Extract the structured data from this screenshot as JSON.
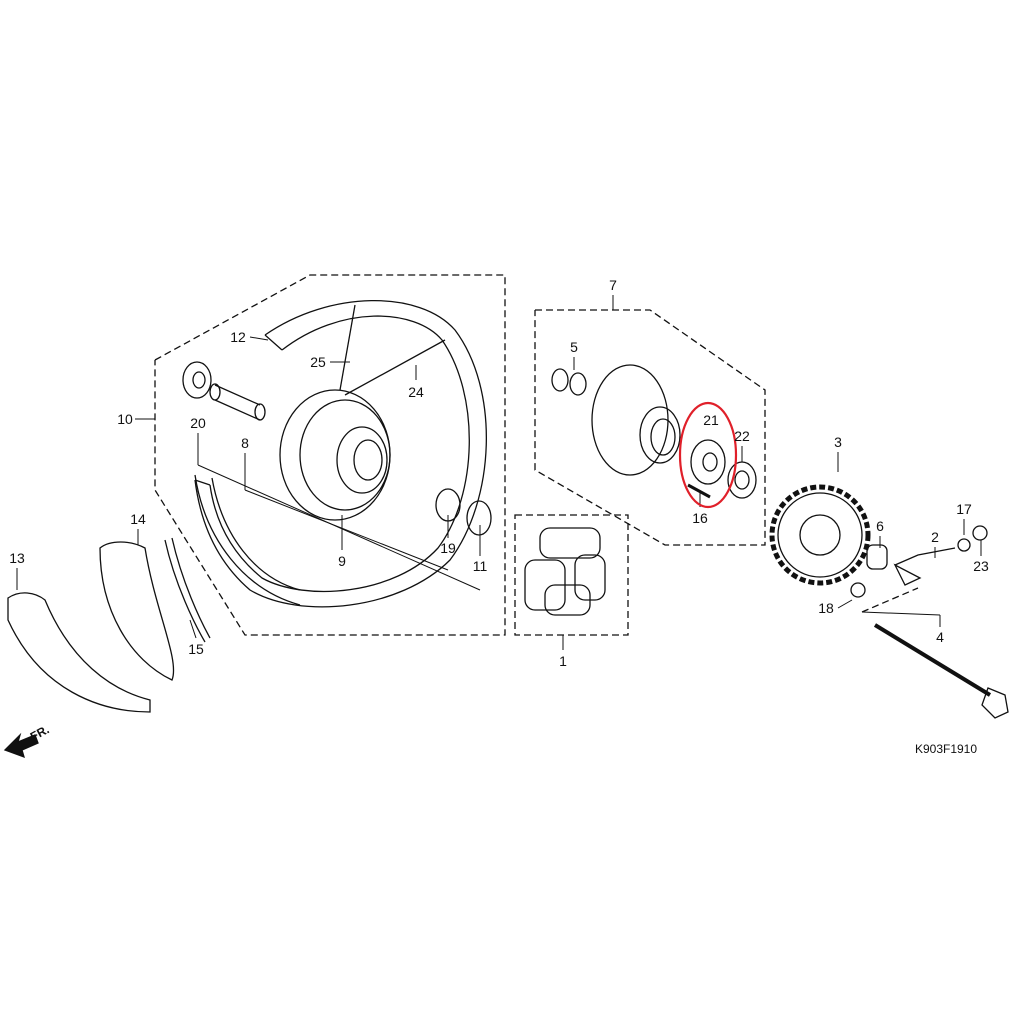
{
  "diagram_code": "K903F1910",
  "direction_marker": "FR.",
  "highlight_color": "#e0202a",
  "highlighted_part": "21",
  "callouts": [
    {
      "id": "c1",
      "text": "1"
    },
    {
      "id": "c2",
      "text": "2"
    },
    {
      "id": "c3",
      "text": "3"
    },
    {
      "id": "c4",
      "text": "4"
    },
    {
      "id": "c5",
      "text": "5"
    },
    {
      "id": "c6",
      "text": "6"
    },
    {
      "id": "c7",
      "text": "7"
    },
    {
      "id": "c8",
      "text": "8"
    },
    {
      "id": "c9",
      "text": "9"
    },
    {
      "id": "c10",
      "text": "10"
    },
    {
      "id": "c11",
      "text": "11"
    },
    {
      "id": "c12",
      "text": "12"
    },
    {
      "id": "c13",
      "text": "13"
    },
    {
      "id": "c14",
      "text": "14"
    },
    {
      "id": "c15",
      "text": "15"
    },
    {
      "id": "c16",
      "text": "16"
    },
    {
      "id": "c17",
      "text": "17"
    },
    {
      "id": "c18",
      "text": "18"
    },
    {
      "id": "c19",
      "text": "19"
    },
    {
      "id": "c20",
      "text": "20"
    },
    {
      "id": "c21",
      "text": "21"
    },
    {
      "id": "c22",
      "text": "22"
    },
    {
      "id": "c23",
      "text": "23"
    },
    {
      "id": "c24",
      "text": "24"
    },
    {
      "id": "c25",
      "text": "25"
    }
  ]
}
